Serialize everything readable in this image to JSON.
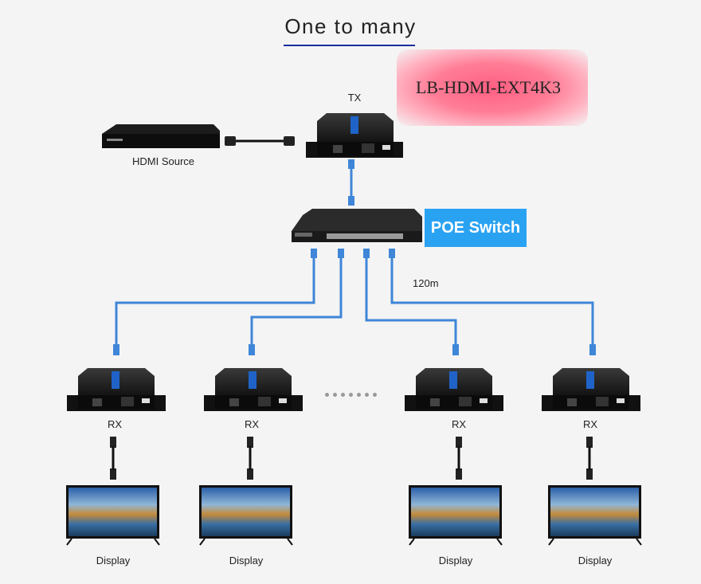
{
  "title": "One to many",
  "model": "LB-HDMI-EXT4K3",
  "tx_label": "TX",
  "source_label": "HDMI Source",
  "switch_label": "POE Switch",
  "distance_label": "120m",
  "receivers": [
    {
      "label": "RX",
      "display": "Display"
    },
    {
      "label": "RX",
      "display": "Display"
    },
    {
      "label": "RX",
      "display": "Display"
    },
    {
      "label": "RX",
      "display": "Display"
    }
  ],
  "colors": {
    "cable_blue": "#3f86d8",
    "accent_underline": "#1a2f9e",
    "poe_badge": "#2aa2f2",
    "model_glow": "#ff6688"
  }
}
